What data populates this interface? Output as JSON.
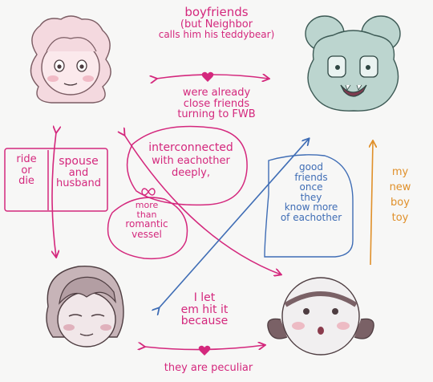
{
  "colors": {
    "pink": "#d4287d",
    "blue": "#3f6db5",
    "orange": "#e0902a",
    "mint_face": "#bcd5cf",
    "pink_face": "#f4d9df",
    "mauve_face": "#c7b4b8",
    "white_face": "#f1eff0"
  },
  "labels": {
    "boyfriends": [
      "boyfriends",
      "(but Neighbor",
      "calls him his teddybear)"
    ],
    "close_friends": [
      "were already",
      "close friends",
      "turning to FWB"
    ],
    "interconnected": [
      "interconnected",
      "with eachother",
      "deeply,"
    ],
    "romantic": [
      "more",
      "than",
      "romantic",
      "vessel"
    ],
    "ride_or_die": [
      "ride",
      "or",
      "die"
    ],
    "spouse": [
      "spouse",
      "and",
      "husband"
    ],
    "good_friends": [
      "good",
      "friends",
      "once",
      "they",
      "know more",
      "of eachother"
    ],
    "my_new_boy_toy": [
      "my",
      "new",
      "boy",
      "toy"
    ],
    "let_em_hit": [
      "I let",
      "em hit it",
      "because"
    ],
    "peculiar": [
      "they are peculiar"
    ]
  },
  "icons": [
    "heart-icon",
    "heart-icon",
    "infinity-icon"
  ]
}
